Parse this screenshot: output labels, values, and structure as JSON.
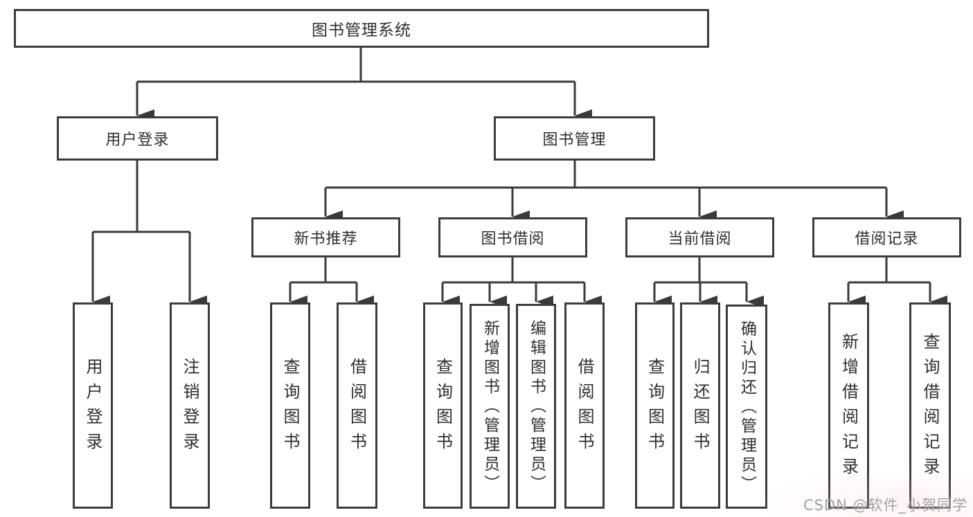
{
  "diagram_type": "hierarchy-tree",
  "colors": {
    "line": "#3a3a3a",
    "box_border": "#3c3c3c",
    "box_background": "#ffffff",
    "text": "#2e2e2e",
    "watermark": "#94999e"
  },
  "tree": {
    "label": "图书管理系统",
    "children": [
      {
        "label": "用户登录",
        "children": [
          {
            "label": "用户登录"
          },
          {
            "label": "注销登录"
          }
        ]
      },
      {
        "label": "图书管理",
        "children": [
          {
            "label": "新书推荐",
            "children": [
              {
                "label": "查询图书"
              },
              {
                "label": "借阅图书"
              }
            ]
          },
          {
            "label": "图书借阅",
            "children": [
              {
                "label": "查询图书"
              },
              {
                "label": "新增图书（管理员）"
              },
              {
                "label": "编辑图书（管理员）"
              },
              {
                "label": "借阅图书"
              }
            ]
          },
          {
            "label": "当前借阅",
            "children": [
              {
                "label": "查询图书"
              },
              {
                "label": "归还图书"
              },
              {
                "label": "确认归还（管理员）"
              }
            ]
          },
          {
            "label": "借阅记录",
            "children": [
              {
                "label": "新增借阅记录"
              },
              {
                "label": "查询借阅记录"
              }
            ]
          }
        ]
      }
    ]
  },
  "watermark": {
    "text": "CSDN @软件_小贺同学"
  }
}
